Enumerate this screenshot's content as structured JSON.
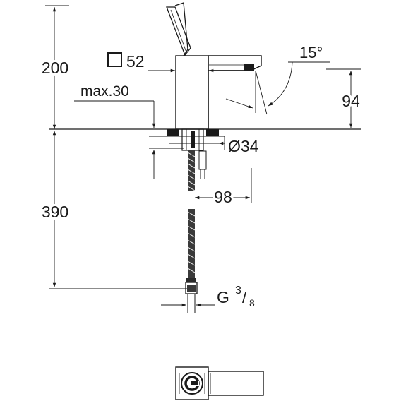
{
  "dimensions": {
    "height_above_deck": "200",
    "body_square_symbol": "□",
    "body_square_value": "52",
    "max_deck_thickness": "max.30",
    "spout_angle": "15°",
    "spout_outlet_height": "94",
    "mounting_hole_diameter": "Ø34",
    "spout_reach": "98",
    "hose_length": "390",
    "thread_letter": "G",
    "thread_numerator": "3",
    "thread_slash": "/",
    "thread_denominator": "8"
  }
}
